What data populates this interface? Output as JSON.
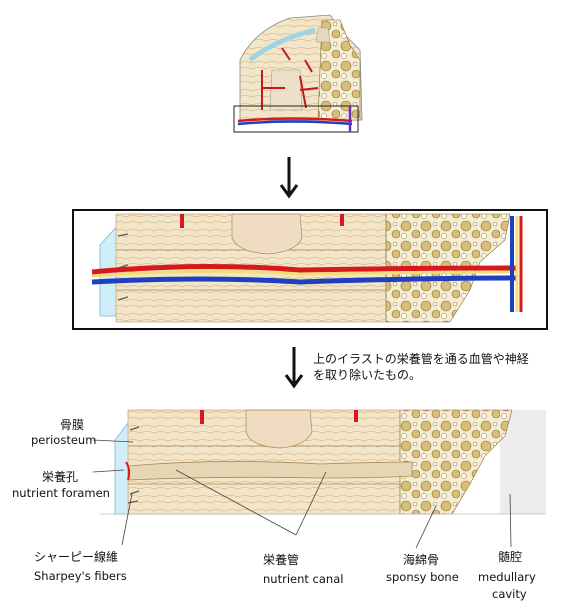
{
  "caption": {
    "line1": "上のイラストの栄養管を通る血管や神経",
    "line2": "を取り除いたもの。"
  },
  "labels": {
    "periosteum_jp": "骨膜",
    "periosteum_en": "periosteum",
    "foramen_jp": "栄養孔",
    "foramen_en": "nutrient foramen",
    "sharpey_jp": "シャーピー線維",
    "sharpey_en": "Sharpey's fibers",
    "canal_jp": "栄養管",
    "canal_en": "nutrient canal",
    "sponsy_jp": "海綿骨",
    "sponsy_en": "sponsy bone",
    "medullary_jp": "髄腔",
    "medullary_en1": "medullary",
    "medullary_en2": "cavity"
  },
  "colors": {
    "bone": "#f3e6c8",
    "bone_line": "#b89a6a",
    "periosteum": "#cfeef7",
    "artery": "#d7191c",
    "vein": "#1f3fbf",
    "nerve": "#f2dd7a",
    "spongy": "#d8c07a",
    "medullary": "#ececec"
  }
}
